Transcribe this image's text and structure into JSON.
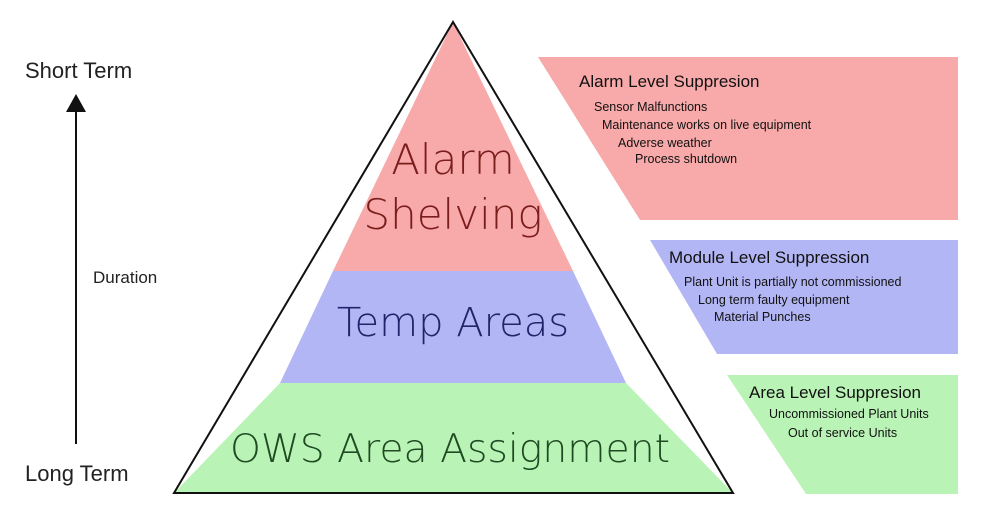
{
  "axis": {
    "top_label": "Short Term",
    "bottom_label": "Long Term",
    "middle_label": "Duration"
  },
  "pyramid": {
    "tiers": [
      {
        "lines": [
          "Alarm",
          "Shelving"
        ],
        "fill": "#f8a9a9",
        "text_color": "#7a1d1d"
      },
      {
        "lines": [
          "Temp Areas"
        ],
        "fill": "#b3b6f4",
        "text_color": "#22236a"
      },
      {
        "lines": [
          "OWS Area Assignment"
        ],
        "fill": "#b9f4b6",
        "text_color": "#1f4a22"
      }
    ],
    "outline_color": "#111111"
  },
  "boxes": [
    {
      "title": "Alarm Level Suppresion",
      "fill": "#f8a9a9",
      "items": [
        "Sensor Malfunctions",
        "Maintenance works on live equipment",
        "Adverse weather",
        "Process shutdown"
      ]
    },
    {
      "title": "Module Level Suppression",
      "fill": "#b3b6f4",
      "items": [
        "Plant Unit is partially not commissioned",
        "Long term faulty equipment",
        "Material Punches"
      ]
    },
    {
      "title": "Area Level Suppresion",
      "fill": "#b9f4b6",
      "items": [
        "Uncommissioned Plant Units",
        "Out of service Units"
      ]
    }
  ]
}
